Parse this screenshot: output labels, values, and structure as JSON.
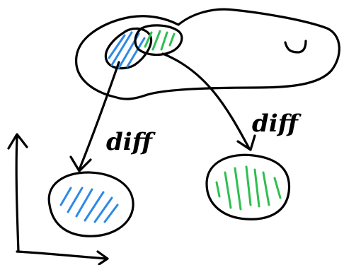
{
  "labels": {
    "left_arrow": "diff",
    "right_arrow": "diff"
  },
  "colors": {
    "ink": "#000000",
    "blue_hatch": "#2d8ae6",
    "green_hatch": "#2fbf4f",
    "background": "#ffffff"
  },
  "icons": {
    "domain_mark": "tilde-symbol"
  }
}
